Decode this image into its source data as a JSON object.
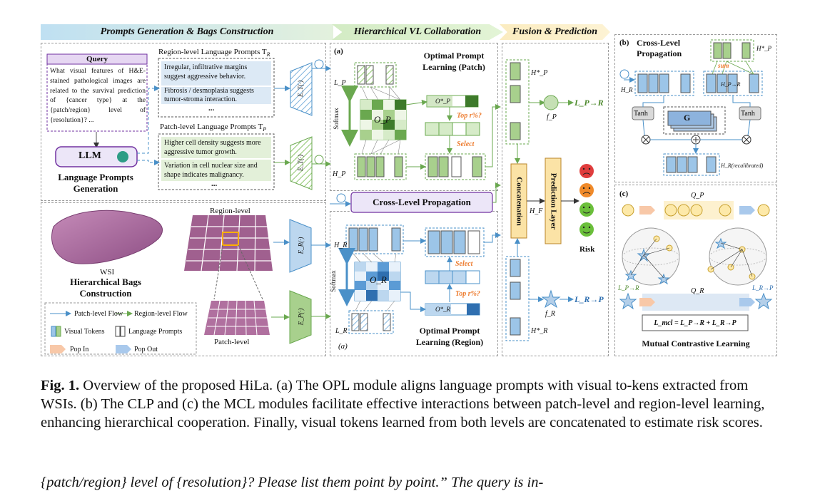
{
  "stages": {
    "s1": "Prompts Generation & Bags Construction",
    "s2": "Hierarchical VL Collaboration",
    "s3": "Fusion & Prediction"
  },
  "query": {
    "title": "Query",
    "text": "What visual features of H&E-stained pathological images are related to the survival prediction of {cancer type} at the {patch/region} level of {resolution}? ..."
  },
  "llm": {
    "label": "LLM",
    "caption_line1": "Language Prompts",
    "caption_line2": "Generation"
  },
  "region_prompts": {
    "title": "Region-level Language Prompts T",
    "sub": "R",
    "items": [
      "Irregular, infiltrative margins suggest aggressive behavior.",
      "Fibrosis / desmoplasia suggests tumor-stroma interaction."
    ],
    "dots": "..."
  },
  "patch_prompts": {
    "title": "Patch-level Language Prompts T",
    "sub": "P",
    "items": [
      "Higher cell density suggests more aggressive tumor growth.",
      "Variation in cell nuclear size and shape indicates malignancy."
    ],
    "dots": "..."
  },
  "bags": {
    "wsi": "WSI",
    "region_level": "Region-level",
    "patch_level": "Patch-level",
    "title_line1": "Hierarchical Bags",
    "title_line2": "Construction"
  },
  "legend": {
    "patch_flow": "Patch-level Flow",
    "region_flow": "Region-level Flow",
    "visual_tokens": "Visual Tokens",
    "language_prompts": "Language Prompts",
    "pop_in": "Pop In",
    "pop_out": "Pop Out"
  },
  "encoders": {
    "et": "E_T(·)",
    "er": "E_R(·)",
    "ep": "E_P(·)"
  },
  "opl_patch": {
    "tag": "(a)",
    "title_line1": "Optimal Prompt",
    "title_line2": "Learning (Patch)",
    "lp": "L_P",
    "hp": "H_P",
    "op": "O_P",
    "op_star": "O*_P",
    "softmax": "Softmax",
    "top": "Top r%?",
    "select": "Select"
  },
  "clp_button": "Cross-Level Propagation",
  "opl_region": {
    "tag": "(a)",
    "title_line1": "Optimal Prompt",
    "title_line2": "Learning (Region)",
    "lr": "L_R",
    "hr": "H_R",
    "or": "O_R",
    "or_star": "O*_R",
    "softmax": "Softmax",
    "top": "Top r%?",
    "select": "Select"
  },
  "fusion": {
    "concat": "Concatenation",
    "pred": "Prediction Layer",
    "hf": "H_F",
    "hp_star": "H*_P",
    "hr_star": "H*_R",
    "fp": "f_P",
    "fr": "f_R",
    "loss_pr": "L_P→R",
    "loss_rp": "L_R→P",
    "risk": "Risk"
  },
  "clp_panel": {
    "tag": "(b)",
    "title_line1": "Cross-Level",
    "title_line2": "Propagation",
    "hp_star": "H*_P",
    "sum": "sum",
    "hr": "H_R",
    "hpr": "H_P→R",
    "tanh": "Tanh",
    "g": "G",
    "hr_recal": "H_R(recalibrated)"
  },
  "mcl_panel": {
    "tag": "(c)",
    "qp": "Q_P",
    "qr": "Q_R",
    "lpr": "L_P→R",
    "lrp": "L_R→P",
    "formula": "L_mcl = L_P→R + L_R→P",
    "title": "Mutual Contrastive Learning"
  },
  "caption": {
    "label": "Fig. 1.",
    "text": " Overview of the proposed HiLa. (a) The OPL module aligns language prompts with visual to-kens extracted from WSIs. (b) The CLP and (c) the MCL modules facilitate effective interactions between patch-level and region-level learning, enhancing hierarchical cooperation. Finally, visual tokens learned from both levels are concatenated to estimate risk scores."
  },
  "next_line": "{patch/region} level of {resolution}? Please list them point by point.” The query is in-",
  "colors": {
    "blue": "#5b9bd5",
    "green": "#70ad47",
    "orange": "#ed7d31",
    "purple": "#7030a0"
  }
}
